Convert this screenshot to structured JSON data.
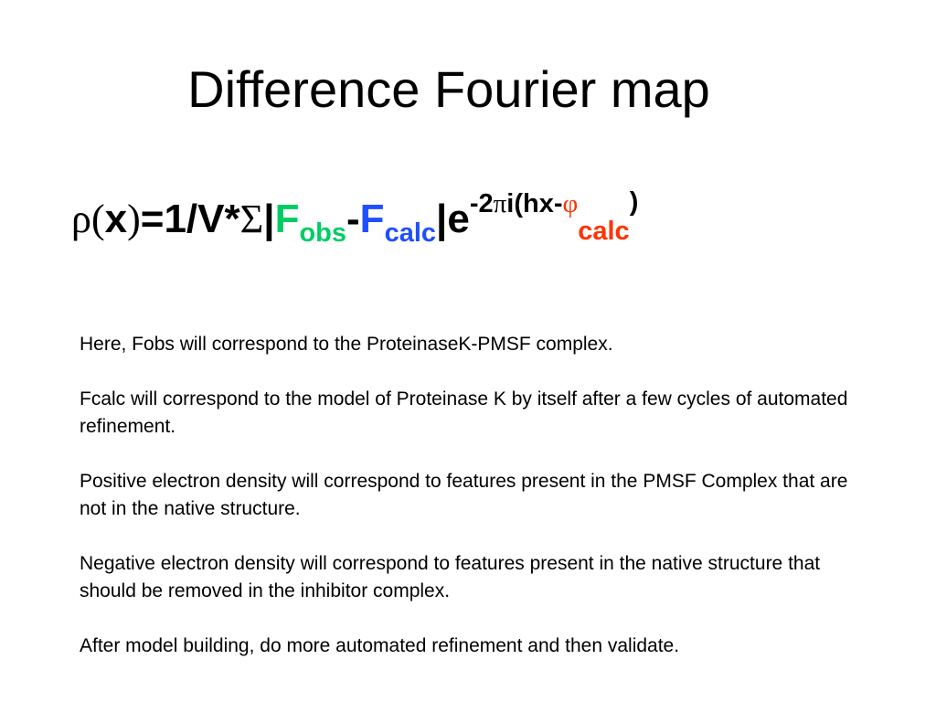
{
  "slide": {
    "title": "Difference Fourier map",
    "equation": {
      "rho": "ρ",
      "open_paren": "(",
      "x": "x",
      "close_paren": ")",
      "equals_part": "=1/V*",
      "sigma": "Σ",
      "bar_open": "|",
      "f_obs_main": "F",
      "f_obs_sub": "obs",
      "minus": "-",
      "f_calc_main": "F",
      "f_calc_sub": "calc",
      "bar_close": "|",
      "e": "e",
      "exp_prefix": "-2",
      "pi": "π",
      "exp_mid": "i(hx-",
      "phi": "φ",
      "phi_sub": "calc",
      "exp_close": ")",
      "colors": {
        "obs": "#00cc66",
        "calc": "#1f4fff",
        "phi": "#ff3300"
      }
    },
    "paragraphs": [
      "Here, Fobs will correspond to the ProteinaseK-PMSF complex.",
      "Fcalc will correspond to the model of Proteinase K by itself after a few cycles of automated refinement.",
      "Positive electron density will correspond to features present in the PMSF Complex that are not in the native structure.",
      "Negative electron density will correspond to features present in the native structure that should be removed in the inhibitor complex.",
      "After model building, do more automated refinement and then validate."
    ]
  }
}
